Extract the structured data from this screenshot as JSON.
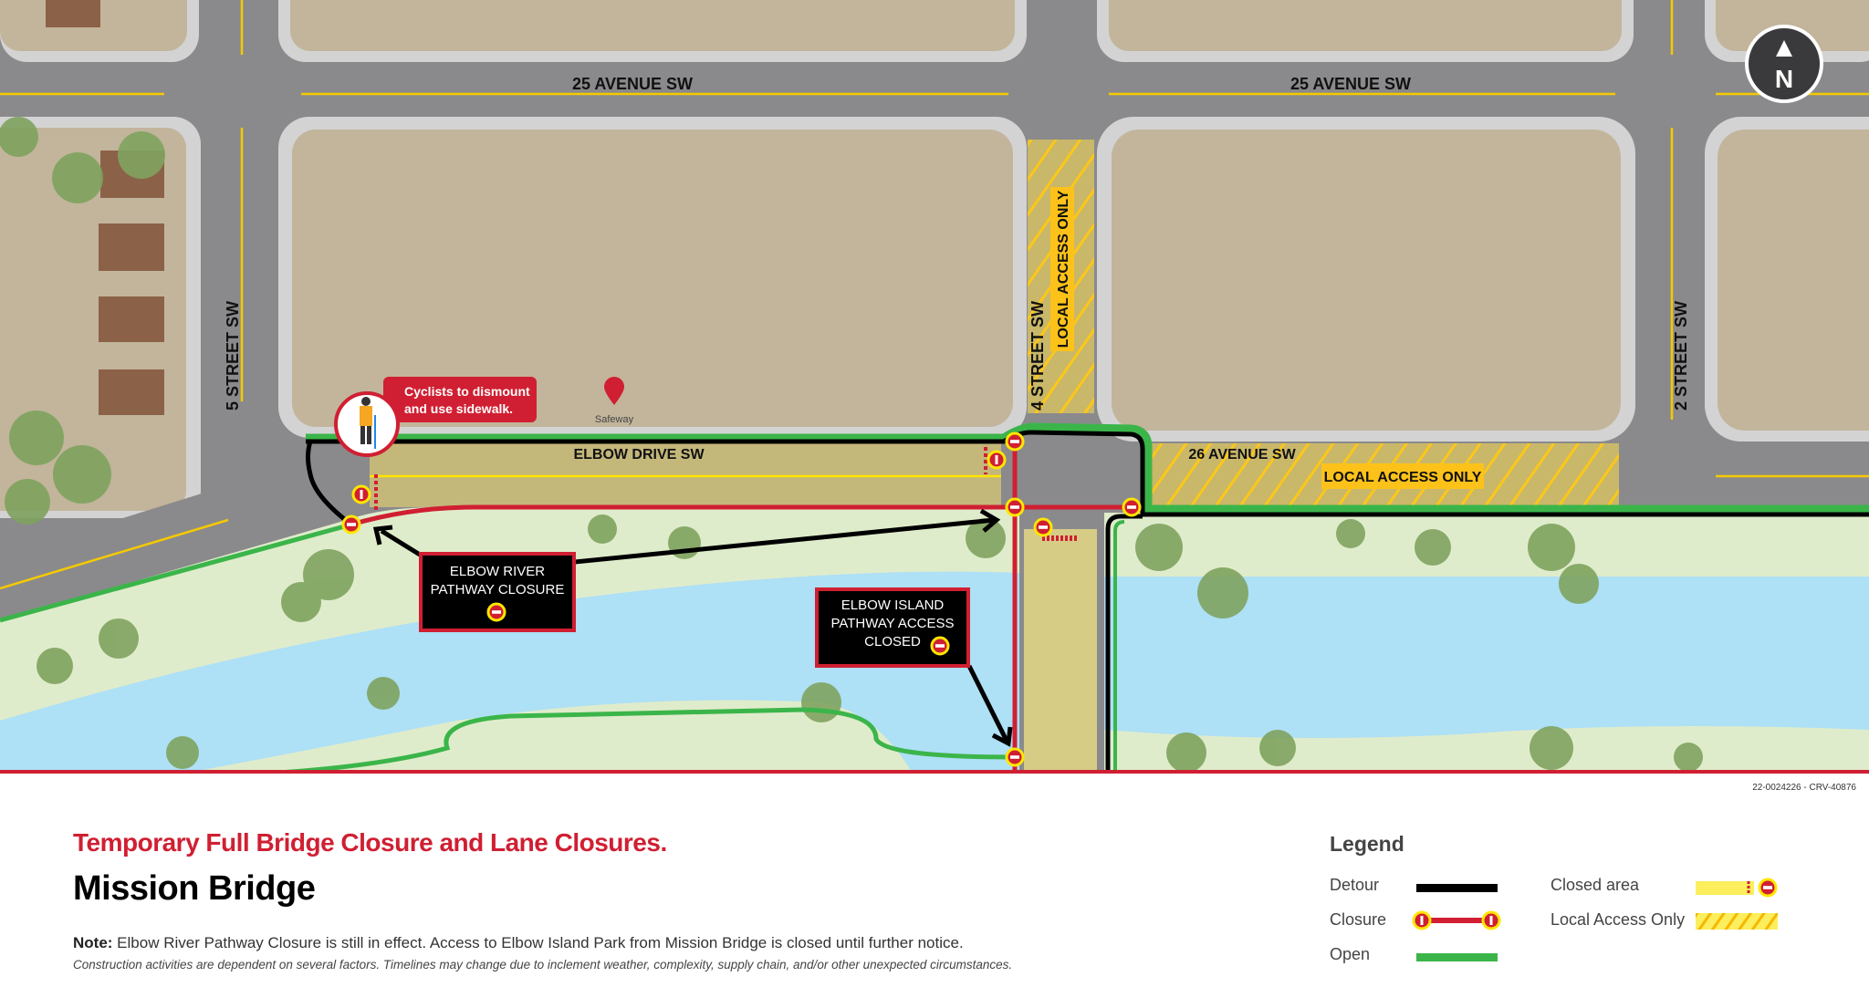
{
  "map": {
    "streets": {
      "ave25_left": "25 AVENUE SW",
      "ave25_right": "25 AVENUE SW",
      "st5": "5 STREET SW",
      "st4": "4 STREET SW",
      "st2": "2 STREET SW",
      "elbow_drive": "ELBOW DRIVE SW",
      "ave26": "26 AVENUE SW"
    },
    "local_access_4st": "LOCAL ACCESS ONLY",
    "local_access_26ave": "LOCAL ACCESS ONLY",
    "cyclist_callout": [
      "Cyclists to dismount",
      "and use sidewalk."
    ],
    "poi_safeway": "Safeway",
    "pathway_closure_box": [
      "ELBOW RIVER",
      "PATHWAY CLOSURE"
    ],
    "island_closed_box": [
      "ELBOW ISLAND",
      "PATHWAY ACCESS",
      "CLOSED"
    ],
    "north_label": "N"
  },
  "footer": {
    "code": "22-0024226 - CRV-40876",
    "subtitle": "Temporary Full Bridge Closure and Lane Closures.",
    "title": "Mission Bridge",
    "note_label": "Note:",
    "note_text": " Elbow River Pathway Closure is still in effect. Access to Elbow Island Park from Mission Bridge is closed until further notice.",
    "disclaimer": "Construction activities are dependent on several factors. Timelines may change due to inclement weather, complexity, supply chain, and/or other unexpected circumstances."
  },
  "legend": {
    "title": "Legend",
    "items": [
      {
        "label": "Detour",
        "color": "#000000"
      },
      {
        "label": "Closure",
        "color": "#d01f32"
      },
      {
        "label": "Open",
        "color": "#3bb54a"
      },
      {
        "label": "Closed area",
        "color": "#fcee5c"
      },
      {
        "label": "Local Access Only",
        "color": "#fdd835"
      }
    ]
  },
  "colors": {
    "road": "#8a8a8c",
    "block": "#c2b59b",
    "sidewalk": "#d3d3d3",
    "water": "#aee0f6",
    "park": "#dfeccb",
    "closure": "#d01f32",
    "detour": "#000000",
    "open": "#3bb54a"
  }
}
